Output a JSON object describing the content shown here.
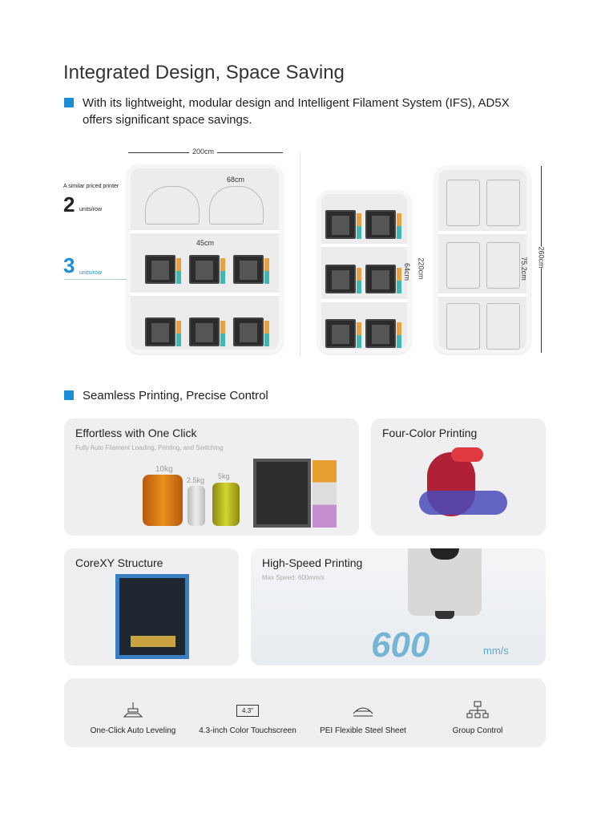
{
  "section1": {
    "title": "Integrated Design, Space Saving",
    "bullet": "With its lightweight, modular design and Intelligent Filament System (IFS), AD5X offers significant space savings.",
    "dims": {
      "width_total": "200cm",
      "competitor_width": "68cm",
      "ad5x_width": "45cm",
      "ad5x_height": "64cm",
      "shelf_mid_height": "220cm",
      "competitor_height": "75.2cm",
      "shelf_right_height": "260cm"
    },
    "competitor_label": "A similar priced printer",
    "competitor_count": "2",
    "ad5x_count": "3",
    "units_label": "units/row",
    "accent": "#1a8fd8"
  },
  "section2": {
    "title": "Seamless Printing, Precise Control",
    "cards": [
      {
        "title": "Effortless with One Click",
        "subtitle": "Fully Auto Filament Loading, Printing, and Switching",
        "spools": [
          "10kg",
          "2.5kg",
          "5kg"
        ]
      },
      {
        "title": "Four-Color Printing"
      },
      {
        "title": "CoreXY Structure"
      },
      {
        "title": "High-Speed Printing",
        "subtitle": "Max Speed: 600mm/s",
        "speed": "600",
        "unit": "mm/s"
      }
    ],
    "features": [
      {
        "icon": "auto-leveling-icon",
        "label": "One-Click Auto Leveling"
      },
      {
        "icon": "touchscreen-icon",
        "label": "4.3-inch Color Touchscreen",
        "icon_text": "4.3\""
      },
      {
        "icon": "steel-sheet-icon",
        "label": "PEI Flexible Steel Sheet"
      },
      {
        "icon": "group-control-icon",
        "label": "Group Control"
      }
    ]
  }
}
